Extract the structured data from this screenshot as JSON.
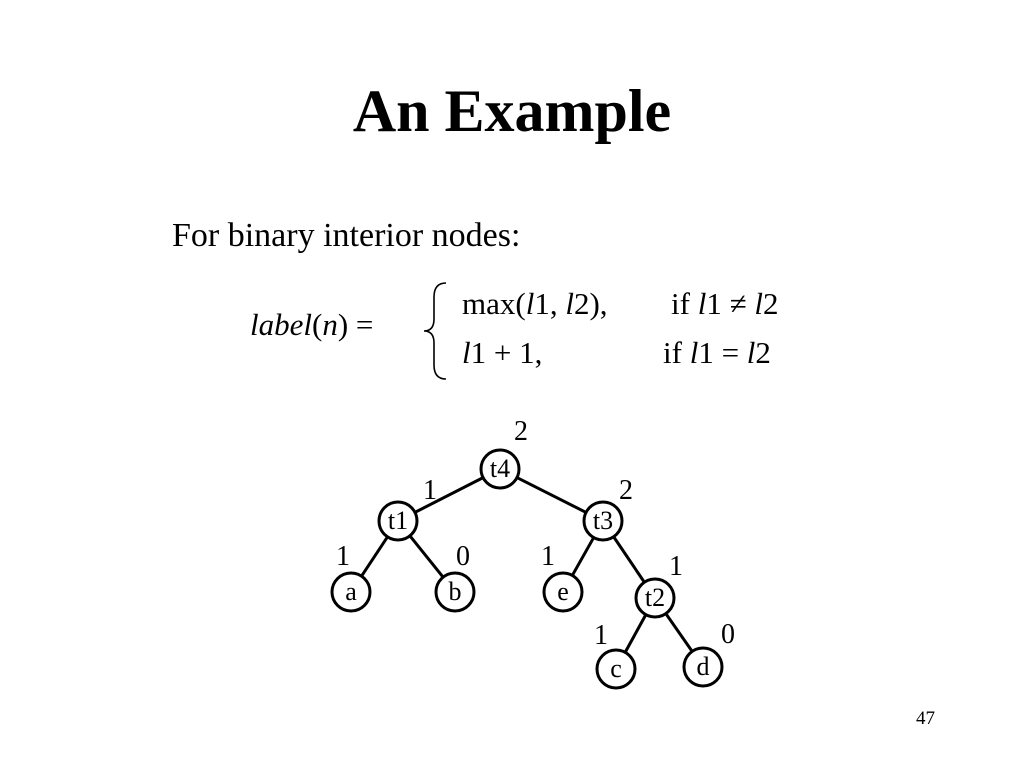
{
  "slide": {
    "title": "An Example",
    "intro": "For binary interior nodes:",
    "page_number": "47"
  },
  "formula": {
    "lhs_func": "label",
    "lhs_open": "(",
    "lhs_arg": "n",
    "lhs_close": ")",
    "equals": " =",
    "case1": {
      "expr_pre": "max(",
      "expr_v1": "l",
      "expr_mid": "1, ",
      "expr_v2": "l",
      "expr_post": "2),",
      "cond_pre": "if ",
      "cond_v1": "l",
      "cond_mid": "1 ≠ ",
      "cond_v2": "l",
      "cond_post": "2"
    },
    "case2": {
      "expr_v": "l",
      "expr_post": "1 + 1,",
      "cond_pre": "if ",
      "cond_v1": "l",
      "cond_mid": "1 = ",
      "cond_v2": "l",
      "cond_post": "2"
    }
  },
  "tree": {
    "nodes": [
      {
        "id": "t4",
        "label": "t4",
        "value": "2"
      },
      {
        "id": "t1",
        "label": "t1",
        "value": "1"
      },
      {
        "id": "t3",
        "label": "t3",
        "value": "2"
      },
      {
        "id": "a",
        "label": "a",
        "value": "1"
      },
      {
        "id": "b",
        "label": "b",
        "value": "0"
      },
      {
        "id": "e",
        "label": "e",
        "value": "1"
      },
      {
        "id": "t2",
        "label": "t2",
        "value": "1"
      },
      {
        "id": "c",
        "label": "c",
        "value": "1"
      },
      {
        "id": "d",
        "label": "d",
        "value": "0"
      }
    ],
    "edges": [
      {
        "from": "t4",
        "to": "t1"
      },
      {
        "from": "t4",
        "to": "t3"
      },
      {
        "from": "t1",
        "to": "a"
      },
      {
        "from": "t1",
        "to": "b"
      },
      {
        "from": "t3",
        "to": "e"
      },
      {
        "from": "t3",
        "to": "t2"
      },
      {
        "from": "t2",
        "to": "c"
      },
      {
        "from": "t2",
        "to": "d"
      }
    ]
  }
}
